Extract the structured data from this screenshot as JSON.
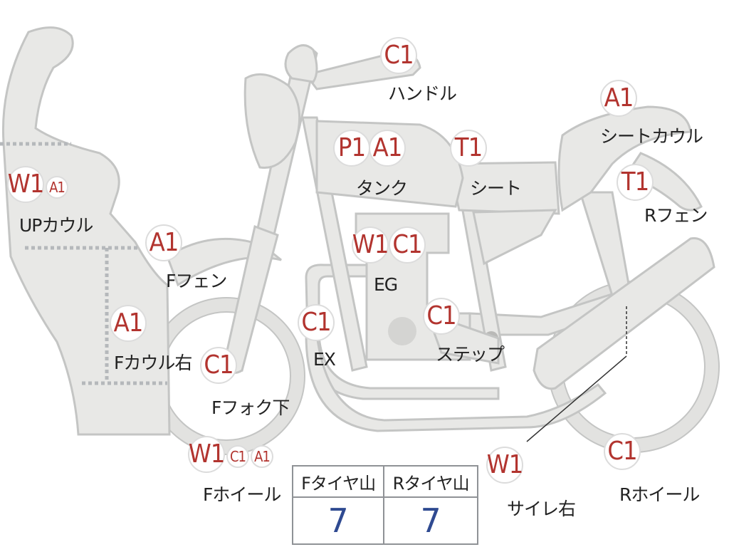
{
  "parts": [
    {
      "id": "handle",
      "label": "ハンドル",
      "codes": [
        "C1"
      ]
    },
    {
      "id": "seat-cowl",
      "label": "シートカウル",
      "codes": [
        "A1"
      ]
    },
    {
      "id": "tank",
      "label": "タンク",
      "codes": [
        "P1",
        "A1"
      ]
    },
    {
      "id": "seat",
      "label": "シート",
      "codes": [
        "T1"
      ]
    },
    {
      "id": "r-fender",
      "label": "Rフェン",
      "codes": [
        "T1"
      ]
    },
    {
      "id": "up-cowl",
      "label": "UPカウル",
      "codes": [
        "W1",
        "A1"
      ]
    },
    {
      "id": "f-fender",
      "label": "Fフェン",
      "codes": [
        "A1"
      ]
    },
    {
      "id": "eg",
      "label": "EG",
      "codes": [
        "W1",
        "C1"
      ]
    },
    {
      "id": "ex",
      "label": "EX",
      "codes": [
        "C1"
      ]
    },
    {
      "id": "step",
      "label": "ステップ",
      "codes": [
        "C1"
      ]
    },
    {
      "id": "f-cowl-right",
      "label": "Fカウル右",
      "codes": [
        "A1"
      ]
    },
    {
      "id": "f-fork-lower",
      "label": "Fフォク下",
      "codes": [
        "C1"
      ]
    },
    {
      "id": "f-wheel",
      "label": "Fホイール",
      "codes": [
        "W1",
        "C1",
        "A1"
      ]
    },
    {
      "id": "muffler-right",
      "label": "サイレ右",
      "codes": [
        "W1"
      ]
    },
    {
      "id": "r-wheel",
      "label": "Rホイール",
      "codes": [
        "C1"
      ]
    }
  ],
  "tire_table": {
    "headers": [
      "Fタイヤ山",
      "Rタイヤ山"
    ],
    "values": [
      "7",
      "7"
    ]
  },
  "colors": {
    "code_text": "#b2342f",
    "part_fill": "#e8e8e6",
    "tire_value": "#2f4a91"
  }
}
